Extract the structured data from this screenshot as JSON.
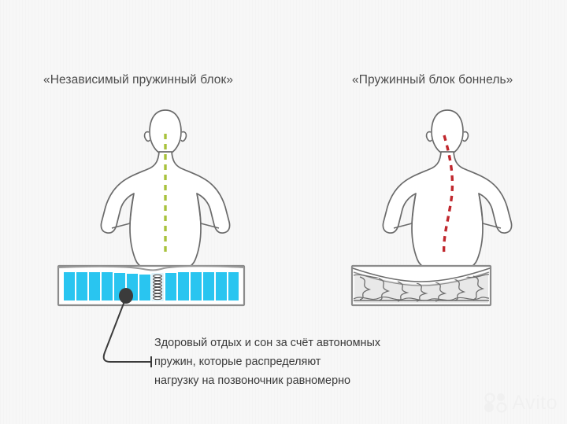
{
  "page": {
    "background_color": "#f7f7f7",
    "language": "ru"
  },
  "titles": {
    "left": "«Независимый пружинный блок»",
    "right": "«Пружинный блок боннель»"
  },
  "caption": {
    "bold": "Здоровый отдых и сон",
    "rest_line1": " за счёт автономных",
    "line2": "пружин, которые распределяют",
    "line3": "нагрузку на позвоночник равномерно"
  },
  "left_panel": {
    "figure_name": "human-back-silhouette",
    "spine": {
      "label": "straight-spine",
      "color": "#a8c23c",
      "style": "dashed",
      "shape": "straight"
    },
    "mattress": {
      "type": "independent-pocket-spring-block",
      "cell_color": "#29c5f0",
      "frame_color": "#8c8c8c",
      "cell_count": 13,
      "detail_cell_index": 8,
      "top_profile": "flat",
      "callout_dot_color": "#3b3b3b"
    }
  },
  "right_panel": {
    "figure_name": "human-back-silhouette",
    "spine": {
      "label": "curved-spine",
      "color": "#c0272d",
      "style": "dashed",
      "shape": "s-curve"
    },
    "mattress": {
      "type": "bonnell-spring-block",
      "fill_color": "#e8e8e8",
      "spring_color": "#6e6e6e",
      "frame_color": "#8c8c8c",
      "zigzag_count": 7,
      "top_profile": "sagging"
    }
  },
  "colors": {
    "body_outline": "#6b6b6b",
    "title_text": "#4b4b4b",
    "caption_text": "#3a3a3a",
    "accent_cyan": "#29c5f0",
    "accent_green": "#a8c23c",
    "accent_red": "#c0272d"
  },
  "watermark": {
    "text": "Avito"
  }
}
